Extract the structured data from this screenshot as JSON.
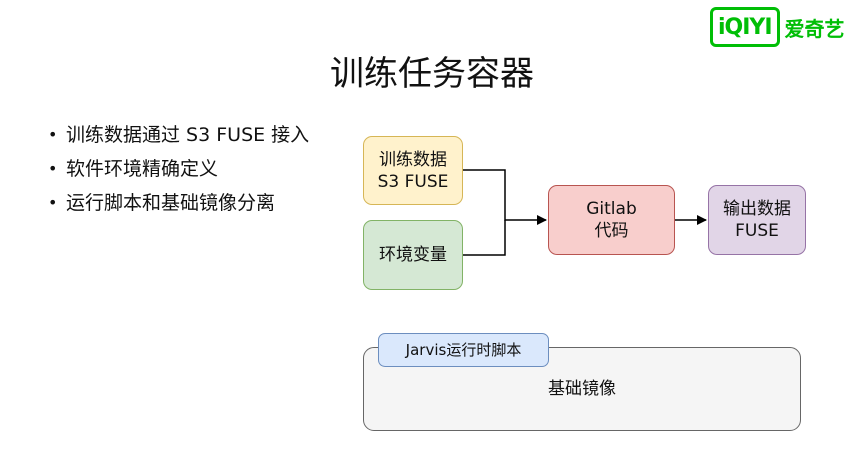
{
  "brand": {
    "logo_mark": "iQIYI",
    "logo_text": "爱奇艺"
  },
  "title": "训练任务容器",
  "bullets": [
    "训练数据通过 S3 FUSE 接入",
    "软件环境精确定义",
    "运行脚本和基础镜像分离"
  ],
  "diagram": {
    "train_data": {
      "line1": "训练数据",
      "line2": "S3 FUSE"
    },
    "environment": "环境变量",
    "gitlab": {
      "line1": "Gitlab",
      "line2": "代码"
    },
    "output": {
      "line1": "输出数据",
      "line2": "FUSE"
    },
    "jarvis_script": "Jarvis运行时脚本",
    "base_image": "基础镜像"
  }
}
